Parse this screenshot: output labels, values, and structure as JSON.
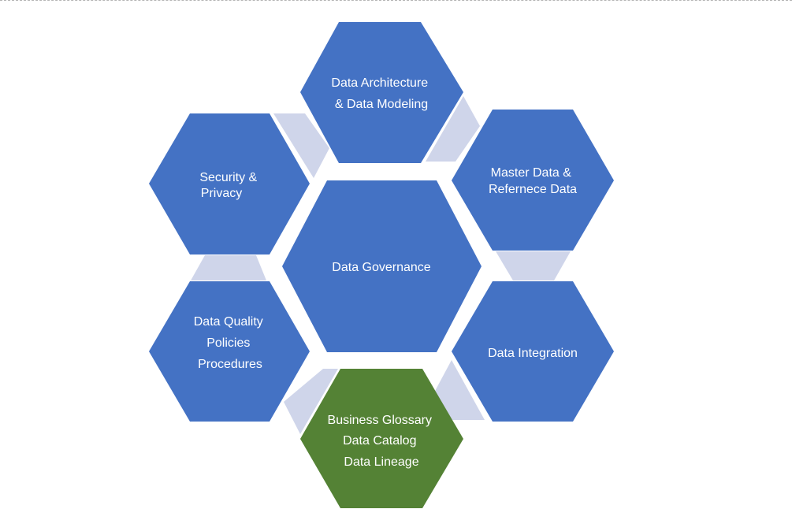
{
  "colors": {
    "hex_blue": "#4472c4",
    "hex_green": "#548235",
    "connector": "#cfd5ea",
    "text": "#ffffff"
  },
  "hexagons": {
    "center": {
      "lines": [
        "Data Governance"
      ]
    },
    "top": {
      "lines": [
        "Data Architecture",
        "& Data Modeling"
      ]
    },
    "upper_right": {
      "lines": [
        "Master Data &",
        "Refernece Data"
      ]
    },
    "lower_right": {
      "lines": [
        "Data Integration"
      ]
    },
    "bottom": {
      "lines": [
        "Business Glossary",
        "Data Catalog",
        "Data Lineage"
      ]
    },
    "lower_left": {
      "lines": [
        "Data Quality",
        "Policies",
        "Procedures"
      ]
    },
    "upper_left": {
      "lines": [
        "Security &",
        "Privacy"
      ]
    }
  }
}
